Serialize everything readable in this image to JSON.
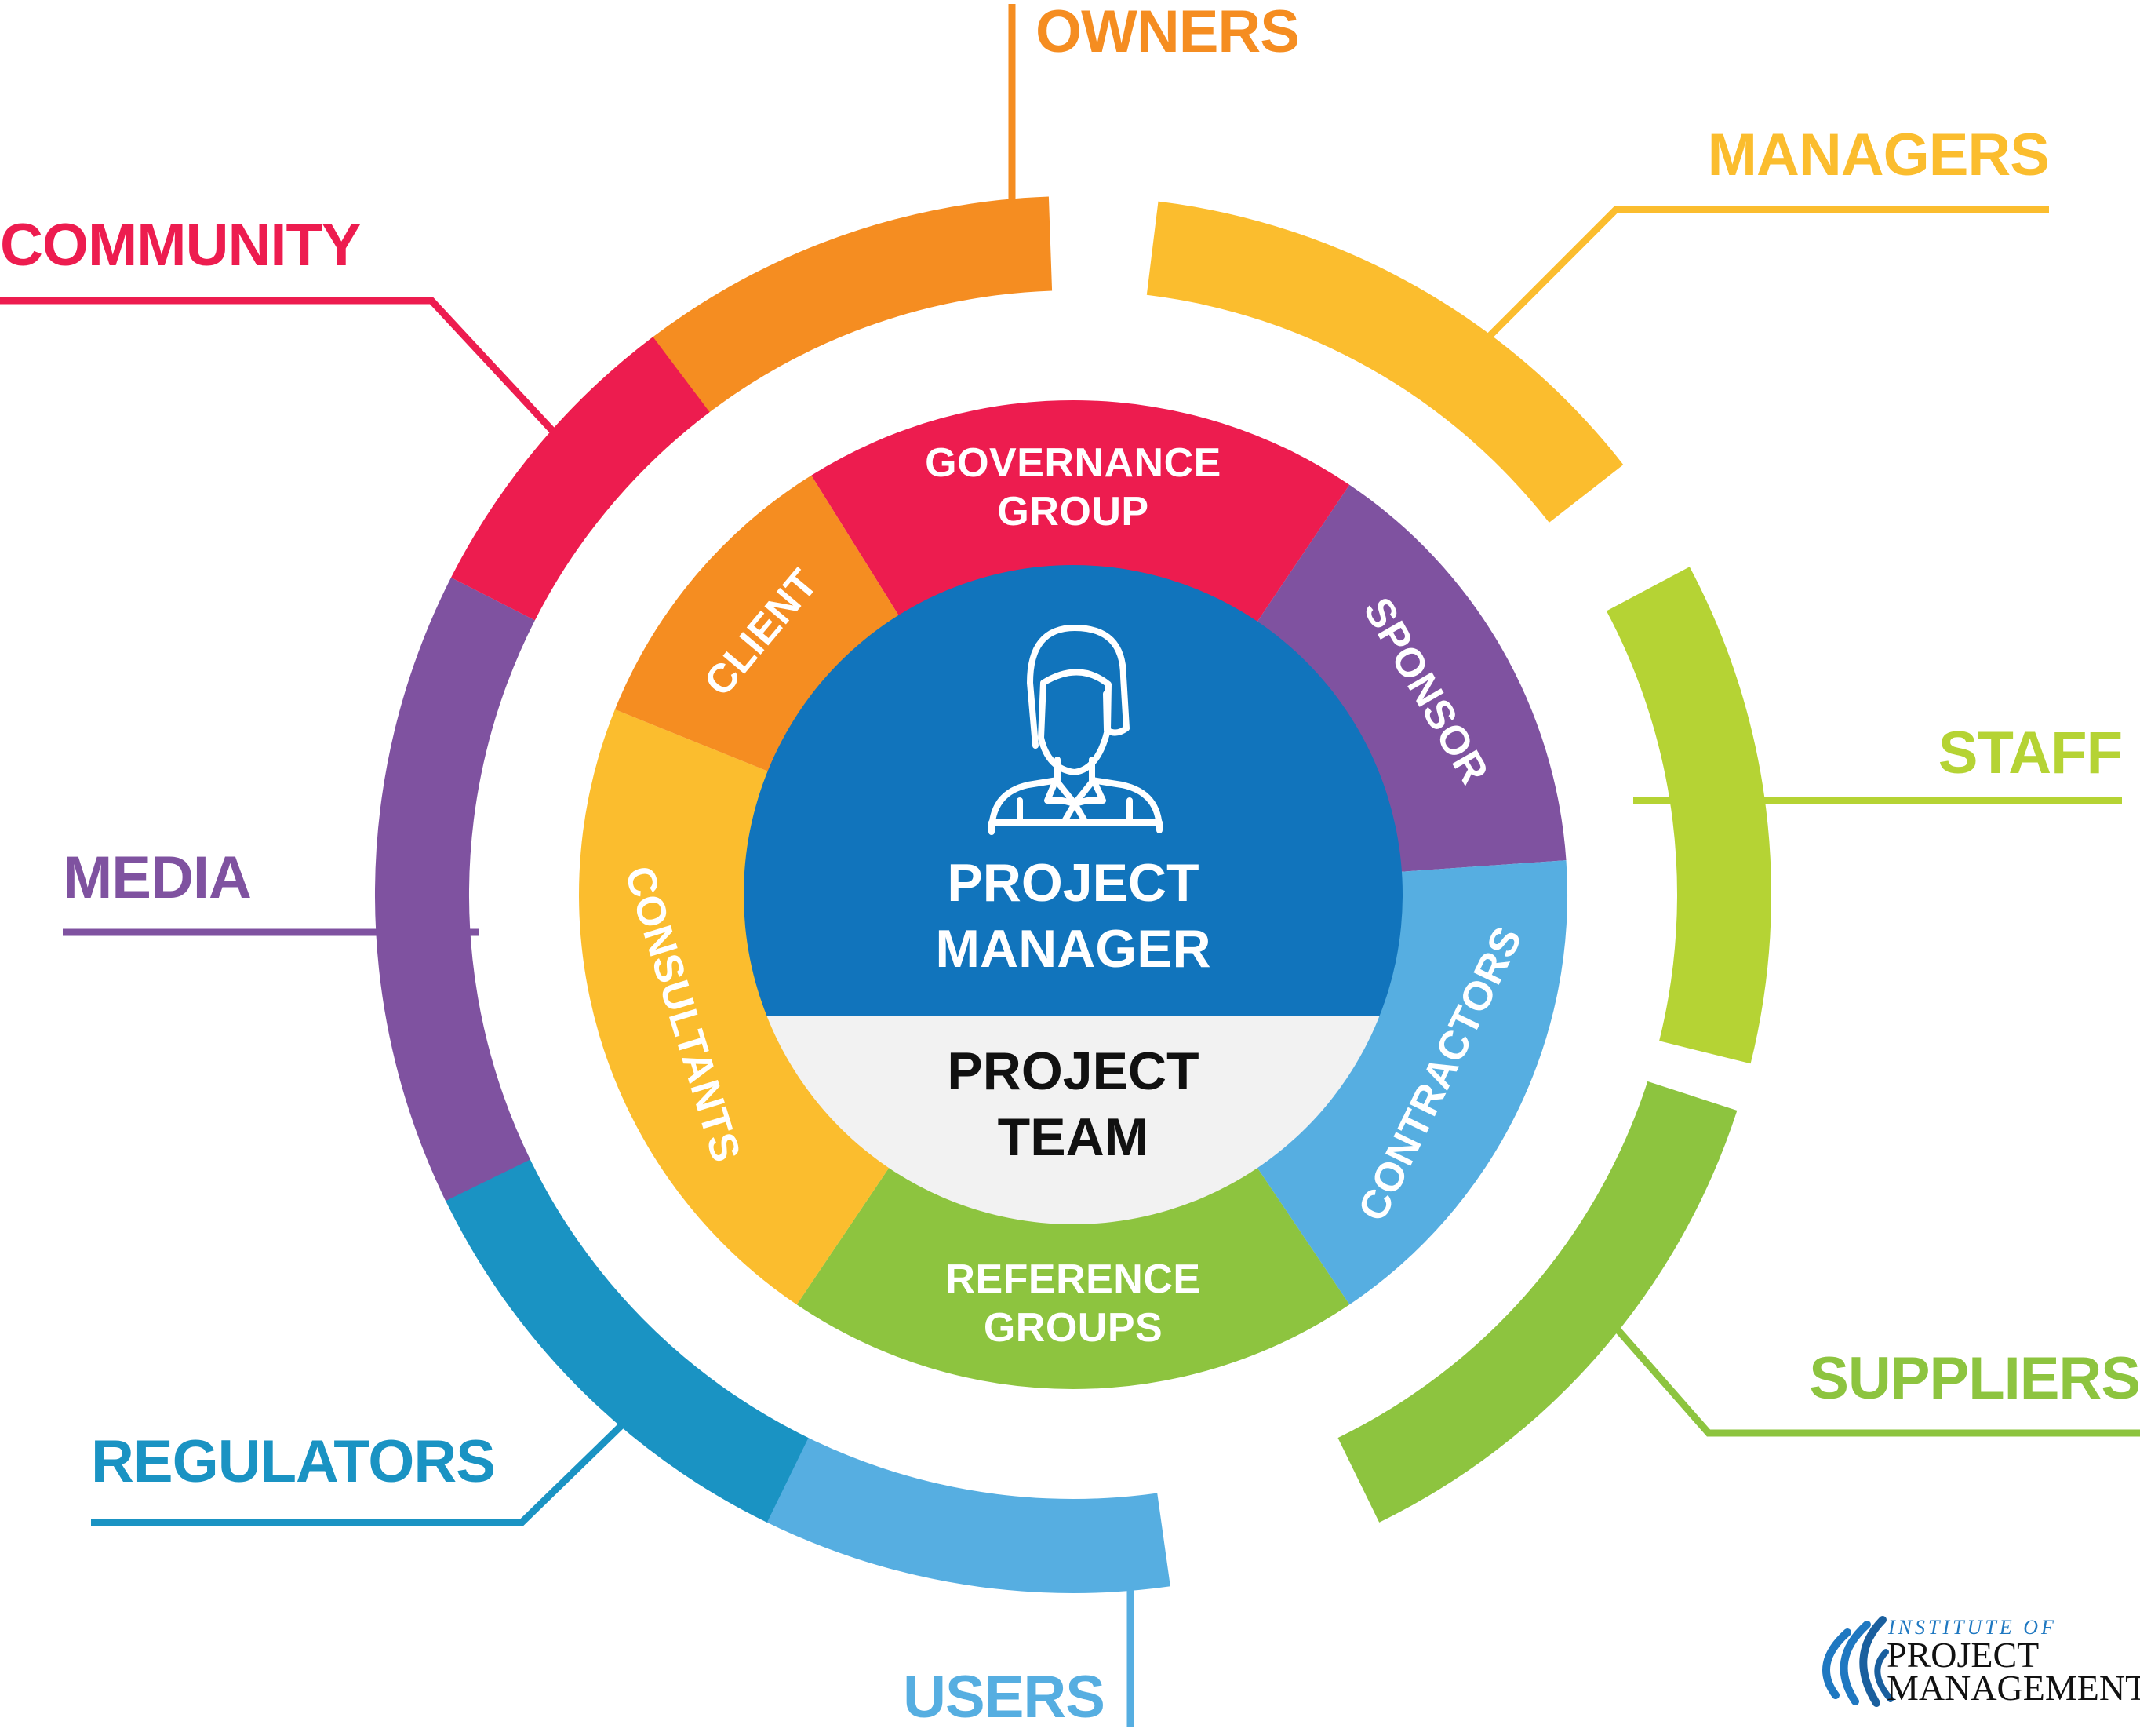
{
  "inner_ring": [
    {
      "id": "governance",
      "lines": [
        "GOVERNANCE",
        "GROUP"
      ],
      "color": "#ED1C4F"
    },
    {
      "id": "sponsor",
      "lines": [
        "SPONSOR"
      ],
      "color": "#7F52A0"
    },
    {
      "id": "contractors",
      "lines": [
        "CONTRACTORS"
      ],
      "color": "#56AEE1"
    },
    {
      "id": "reference",
      "lines": [
        "REFERENCE",
        "GROUPS"
      ],
      "color": "#8DC43F"
    },
    {
      "id": "consultants",
      "lines": [
        "CONSULTANTS"
      ],
      "color": "#FBBD2E"
    },
    {
      "id": "client",
      "lines": [
        "CLIENT"
      ],
      "color": "#F58D21"
    }
  ],
  "outer_ring": [
    {
      "id": "owners",
      "label": "OWNERS",
      "color": "#F58D21"
    },
    {
      "id": "managers",
      "label": "MANAGERS",
      "color": "#FBBD2E"
    },
    {
      "id": "staff",
      "label": "STAFF",
      "color": "#B5D334"
    },
    {
      "id": "suppliers",
      "label": "SUPPLIERS",
      "color": "#8DC43F"
    },
    {
      "id": "users",
      "label": "USERS",
      "color": "#56AEE1"
    },
    {
      "id": "regulators",
      "label": "REGULATORS",
      "color": "#1A93C3"
    },
    {
      "id": "media",
      "label": "MEDIA",
      "color": "#7F52A0"
    },
    {
      "id": "community",
      "label": "COMMUNITY",
      "color": "#ED1C4F"
    }
  ],
  "center": {
    "top_lines": [
      "PROJECT",
      "MANAGER"
    ],
    "bottom_lines": [
      "PROJECT",
      "TEAM"
    ],
    "top_color": "#1174BC",
    "bottom_color": "#F2F2F2",
    "icon": "person-icon"
  },
  "logo": {
    "small_text": "INSTITUTE OF",
    "line1": "PROJECT",
    "line2": "MANAGEMENT",
    "color": "#1f78c1"
  }
}
